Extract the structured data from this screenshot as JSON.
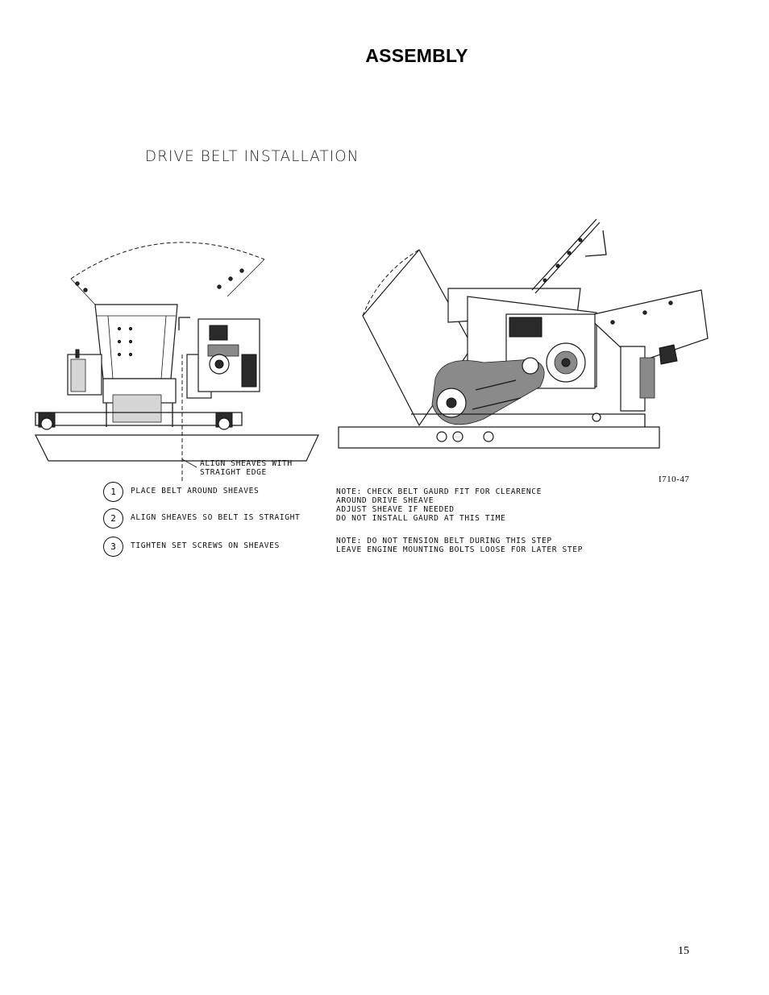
{
  "page": {
    "heading": "ASSEMBLY",
    "page_number": "15"
  },
  "figure": {
    "title": "DRIVE BELT INSTALLATION",
    "drawing_id": "I710-47",
    "callout": "ALIGN SHEAVES WITH\nSTRAIGHT EDGE",
    "steps": [
      {
        "number": "1",
        "text": "PLACE BELT AROUND SHEAVES"
      },
      {
        "number": "2",
        "text": "ALIGN SHEAVES SO BELT IS STRAIGHT"
      },
      {
        "number": "3",
        "text": "TIGHTEN SET SCREWS ON SHEAVES"
      }
    ],
    "notes": [
      "NOTE: CHECK BELT GAURD FIT FOR CLEARENCE\nAROUND DRIVE SHEAVE\nADJUST SHEAVE IF NEEDED\nDO NOT INSTALL GAURD AT THIS TIME",
      "NOTE: DO NOT TENSION BELT DURING THIS STEP\nLEAVE ENGINE MOUNTING BOLTS LOOSE FOR LATER STEP"
    ]
  }
}
